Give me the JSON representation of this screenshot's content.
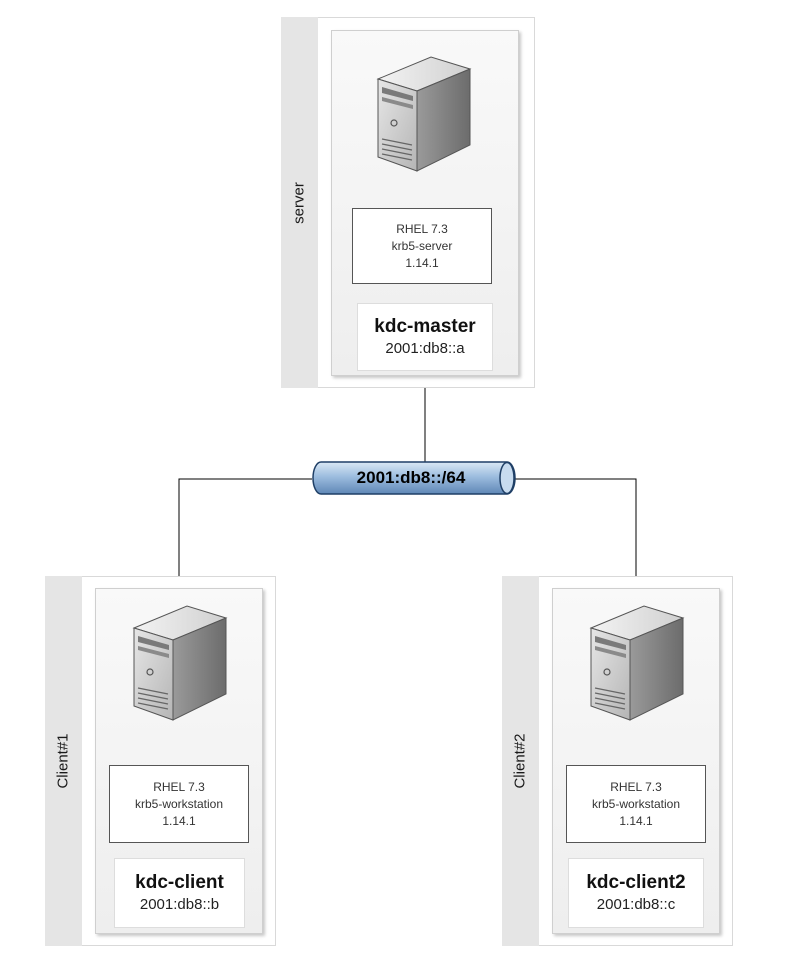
{
  "network": {
    "label": "2001:db8::/64"
  },
  "nodes": [
    {
      "group": "server",
      "info": [
        "RHEL 7.3",
        "krb5-server",
        "1.14.1"
      ],
      "hostname": "kdc-master",
      "address": "2001:db8::a"
    },
    {
      "group": "Client#1",
      "info": [
        "RHEL 7.3",
        "krb5-workstation",
        "1.14.1"
      ],
      "hostname": "kdc-client",
      "address": "2001:db8::b"
    },
    {
      "group": "Client#2",
      "info": [
        "RHEL 7.3",
        "krb5-workstation",
        "1.14.1"
      ],
      "hostname": "kdc-client2",
      "address": "2001:db8::c"
    }
  ]
}
